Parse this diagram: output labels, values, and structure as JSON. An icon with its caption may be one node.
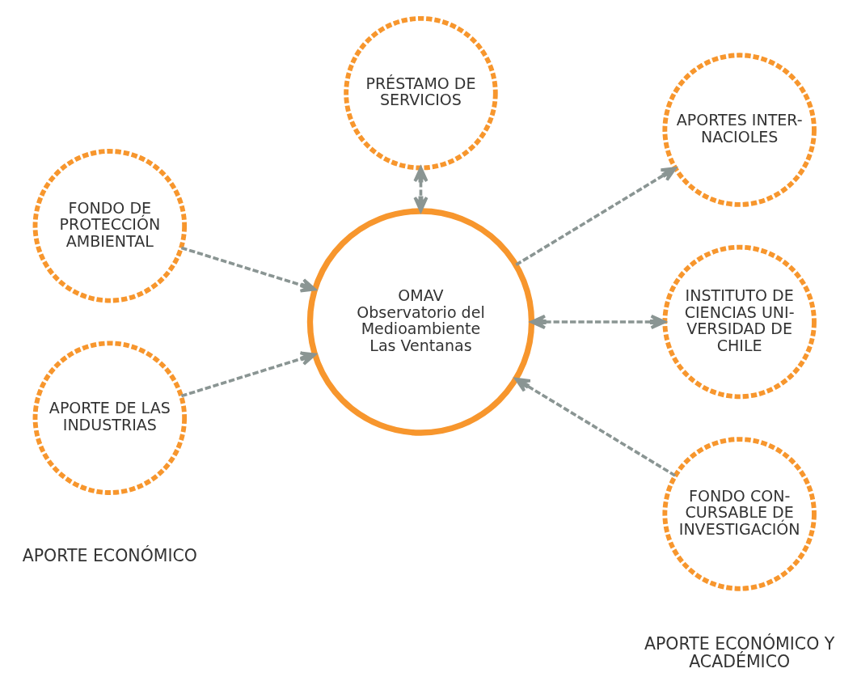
{
  "diagram": {
    "nodes": [
      {
        "text": [
          "PRÉSTAMO DE SERVICIOS"
        ]
      },
      {
        "text": [
          "APORTES INTER- NACIOLES"
        ]
      },
      {
        "text": [
          "FONDO DE PROTECCIÓN AMBIENTAL"
        ]
      },
      {
        "text": [
          "OMAV",
          "Observatorio del Medioambiente Las Ventanas"
        ]
      },
      {
        "text": [
          "INSTITUTO DE CIENCIAS UNI- VERSIDAD DE CHILE"
        ]
      },
      {
        "text": [
          "APORTE DE LAS INDUSTRIAS"
        ]
      },
      {
        "text": [
          "FONDO CON- CURSABLE DE INVESTIGACIÓN"
        ]
      }
    ],
    "edges": [
      {
        "from": 2,
        "to": 3,
        "arrow": "to",
        "style": "dashed"
      },
      {
        "from": 5,
        "to": 3,
        "arrow": "to",
        "style": "dashed"
      },
      {
        "from": 0,
        "to": 3,
        "arrow": "both",
        "style": "dashed"
      },
      {
        "from": 3,
        "to": 1,
        "arrow": "to",
        "style": "dashed"
      },
      {
        "from": 3,
        "to": 4,
        "arrow": "both",
        "style": "dashed"
      },
      {
        "from": 6,
        "to": 3,
        "arrow": "to",
        "style": "dashed"
      }
    ],
    "labels": [
      "APORTE ECONÓMICO",
      "APORTE ECONÓMICO Y ACADÉMICO"
    ]
  }
}
